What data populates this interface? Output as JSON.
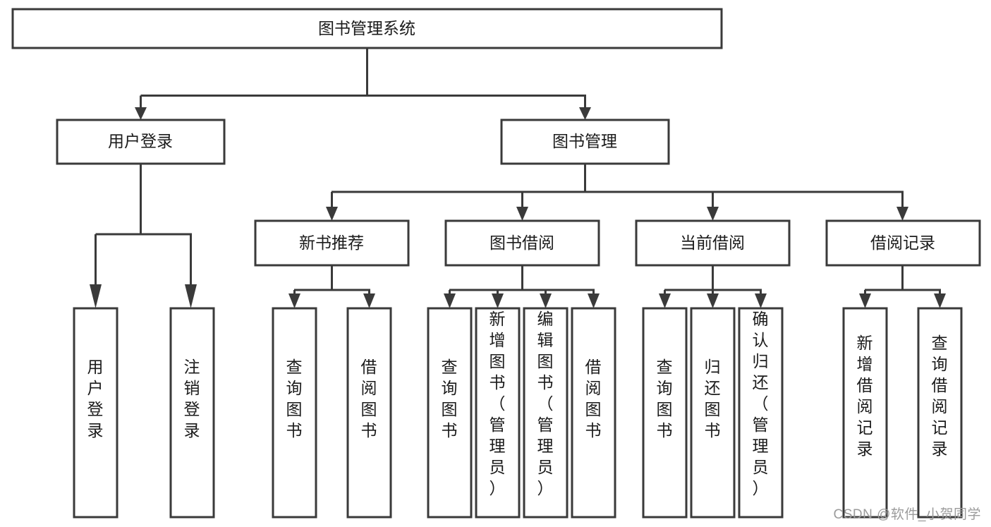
{
  "diagram": {
    "title": "图书管理系统",
    "type": "tree-hierarchy",
    "orientation": "top-down",
    "colors": {
      "box_stroke": "#3a3a3a",
      "box_fill": "#ffffff",
      "connector": "#3a3a3a",
      "text": "#1b1b1b",
      "watermark": "#9b9b9b",
      "background": "#ffffff"
    },
    "root": {
      "label": "图书管理系统",
      "orientation": "horizontal"
    },
    "level2": [
      {
        "label": "用户登录",
        "orientation": "horizontal"
      },
      {
        "label": "图书管理",
        "orientation": "horizontal"
      }
    ],
    "level3": [
      {
        "label": "新书推荐",
        "orientation": "horizontal"
      },
      {
        "label": "图书借阅",
        "orientation": "horizontal"
      },
      {
        "label": "当前借阅",
        "orientation": "horizontal"
      },
      {
        "label": "借阅记录",
        "orientation": "horizontal"
      }
    ],
    "leaves": {
      "user_login": [
        {
          "label": "用户登录",
          "orientation": "vertical"
        },
        {
          "label": "注销登录",
          "orientation": "vertical"
        }
      ],
      "new_book_recommend": [
        {
          "label": "查询图书",
          "orientation": "vertical"
        },
        {
          "label": "借阅图书",
          "orientation": "vertical"
        }
      ],
      "book_borrow": [
        {
          "label": "查询图书",
          "orientation": "vertical"
        },
        {
          "label": "新增图书（管理员）",
          "orientation": "vertical"
        },
        {
          "label": "编辑图书（管理员）",
          "orientation": "vertical"
        },
        {
          "label": "借阅图书",
          "orientation": "vertical"
        }
      ],
      "current_borrow": [
        {
          "label": "查询图书",
          "orientation": "vertical"
        },
        {
          "label": "归还图书",
          "orientation": "vertical"
        },
        {
          "label": "确认归还（管理员）",
          "orientation": "vertical"
        }
      ],
      "borrow_record": [
        {
          "label": "新增借阅记录",
          "orientation": "vertical"
        },
        {
          "label": "查询借阅记录",
          "orientation": "vertical"
        }
      ]
    },
    "watermark": "CSDN @软件_小贺同学"
  }
}
